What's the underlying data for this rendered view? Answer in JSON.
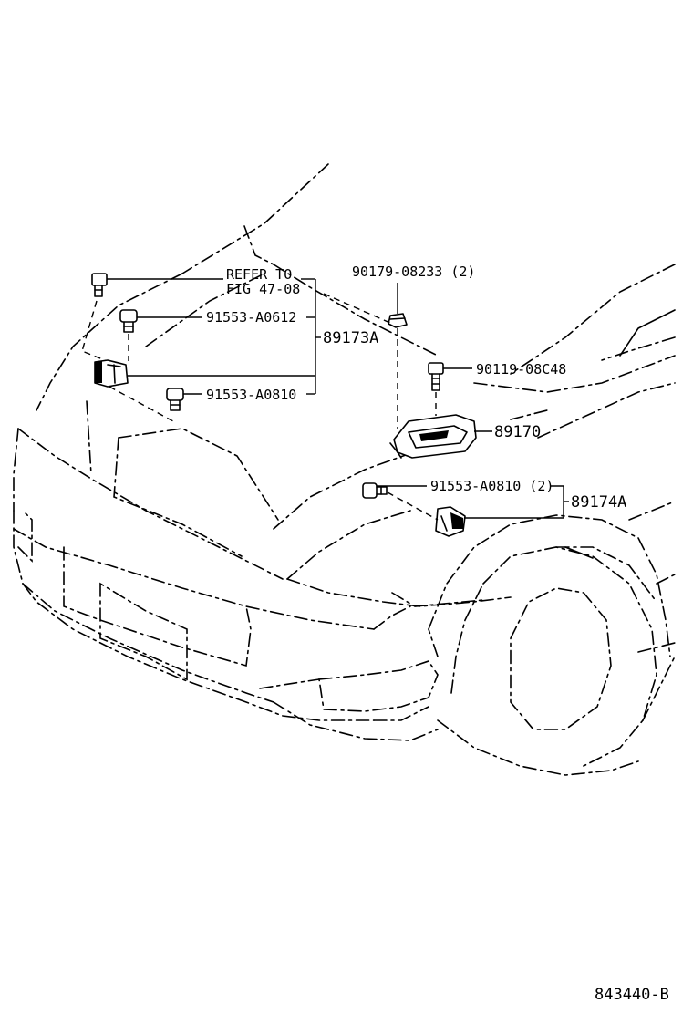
{
  "labels": {
    "refer_line1": "REFER TO",
    "refer_line2": "FIG 47-08",
    "screw_a0612": "91553-A0612",
    "sensor_front_left": "89173A",
    "screw_a0810_left": "91553-A0810",
    "nut_08233": "90179-08233 (2)",
    "bolt_08c48": "90119-08C48",
    "airbag_sensor_center": "89170",
    "screw_a0810_right": "91553-A0810 (2)",
    "sensor_front_right": "89174A",
    "figure_number": "843440-B"
  }
}
